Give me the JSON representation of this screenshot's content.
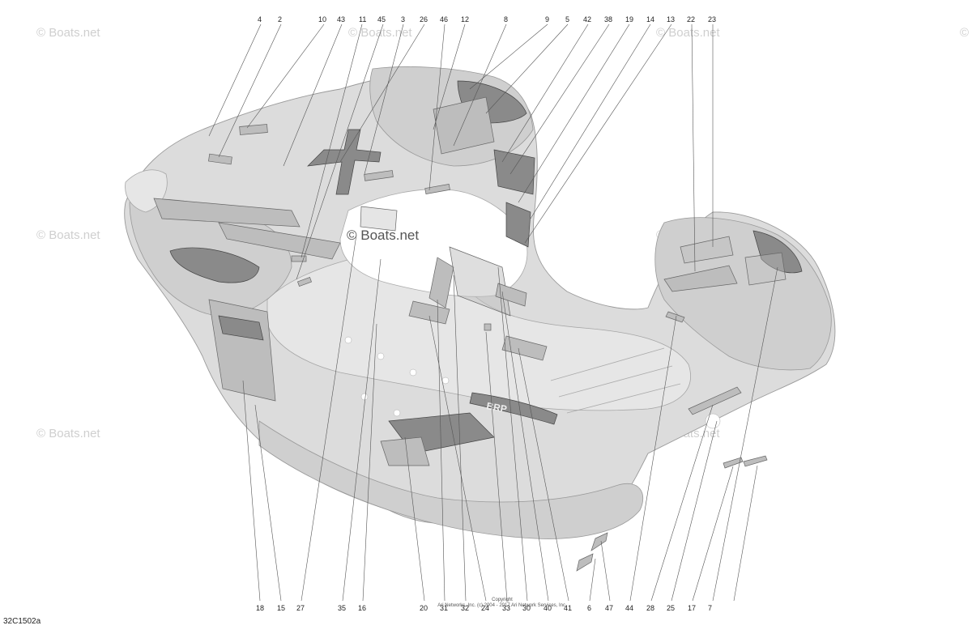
{
  "watermark": "© Boats.net",
  "center_watermark": "© Boats.net",
  "drawing_code": "32C1502a",
  "copyright": {
    "line1": "Copyright",
    "line2": "Ari Networks, Inc. (c) 2004 - 2017 Ari Network Services, Inc."
  },
  "logo_text": "BRP",
  "top_callouts": [
    "4",
    "2",
    "10",
    "43",
    "11",
    "45",
    "3",
    "26",
    "46",
    "12",
    "8",
    "9",
    "5",
    "42",
    "38",
    "19",
    "14",
    "13",
    "22",
    "23"
  ],
  "bottom_callouts": [
    "18",
    "15",
    "27",
    "35",
    "16",
    "20",
    "31",
    "32",
    "24",
    "33",
    "30",
    "40",
    "41",
    "6",
    "47",
    "44",
    "28",
    "25",
    "17",
    "7"
  ]
}
